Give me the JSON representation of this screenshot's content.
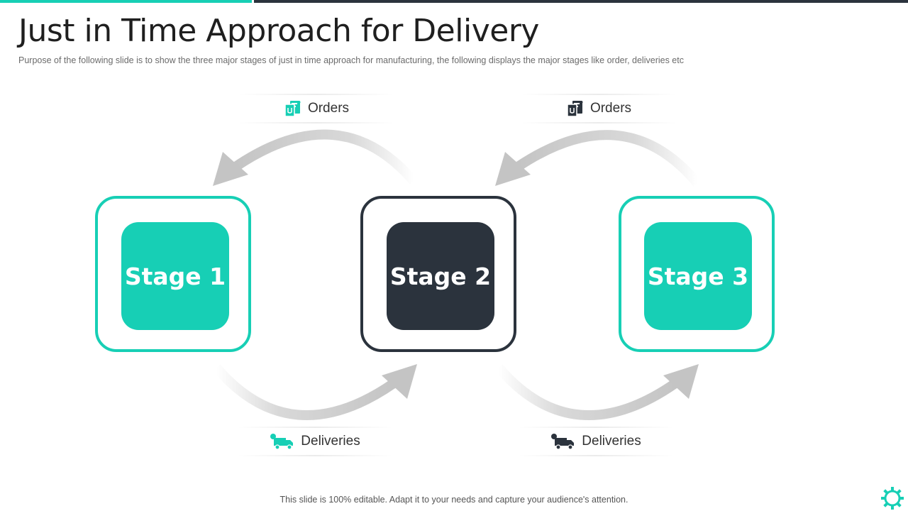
{
  "slide": {
    "title": "Just in Time Approach for Delivery",
    "subtitle": "Purpose of the following slide is to show the three major stages of just in time approach for manufacturing,  the following  displays the major stages like order, deliveries  etc",
    "footer": "This slide is 100% editable. Adapt it to your needs and capture your audience's attention."
  },
  "colors": {
    "accent": "#17cfb5",
    "dark": "#2b333d",
    "arrow": "#c8c8c8"
  },
  "stages": [
    {
      "label": "Stage 1",
      "style": "teal"
    },
    {
      "label": "Stage 2",
      "style": "dark"
    },
    {
      "label": "Stage 3",
      "style": "teal"
    }
  ],
  "labels": {
    "orders_1": {
      "text": "Orders",
      "icon": "orders-icon"
    },
    "orders_2": {
      "text": "Orders",
      "icon": "orders-icon"
    },
    "deliveries_1": {
      "text": "Deliveries",
      "icon": "delivery-truck-icon"
    },
    "deliveries_2": {
      "text": "Deliveries",
      "icon": "delivery-truck-icon"
    }
  }
}
